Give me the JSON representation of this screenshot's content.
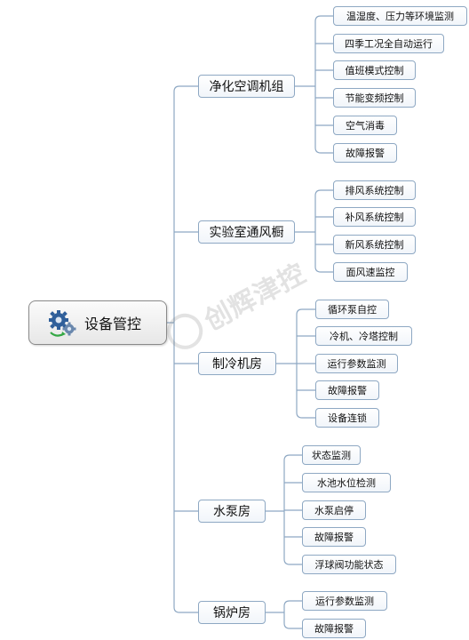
{
  "root": {
    "label": "设备管控",
    "icon": "gears-icon"
  },
  "watermark": {
    "text": "创辉津控"
  },
  "colors": {
    "line": "#8ea8c3",
    "border": "#8ea8c3"
  },
  "categories": [
    {
      "label": "净化空调机组",
      "children": [
        "温湿度、压力等环境监测",
        "四季工况全自动运行",
        "值班模式控制",
        "节能变频控制",
        "空气消毒",
        "故障报警"
      ]
    },
    {
      "label": "实验室通风橱",
      "children": [
        "排风系统控制",
        "补风系统控制",
        "新风系统控制",
        "面风速监控"
      ]
    },
    {
      "label": "制冷机房",
      "children": [
        "循环泵自控",
        "冷机、冷塔控制",
        "运行参数监测",
        "故障报警",
        "设备连锁"
      ]
    },
    {
      "label": "水泵房",
      "children": [
        "状态监测",
        "水池水位检测",
        "水泵启停",
        "故障报警",
        "浮球阀功能状态"
      ]
    },
    {
      "label": "锅炉房",
      "children": [
        "运行参数监测",
        "故障报警"
      ]
    }
  ]
}
